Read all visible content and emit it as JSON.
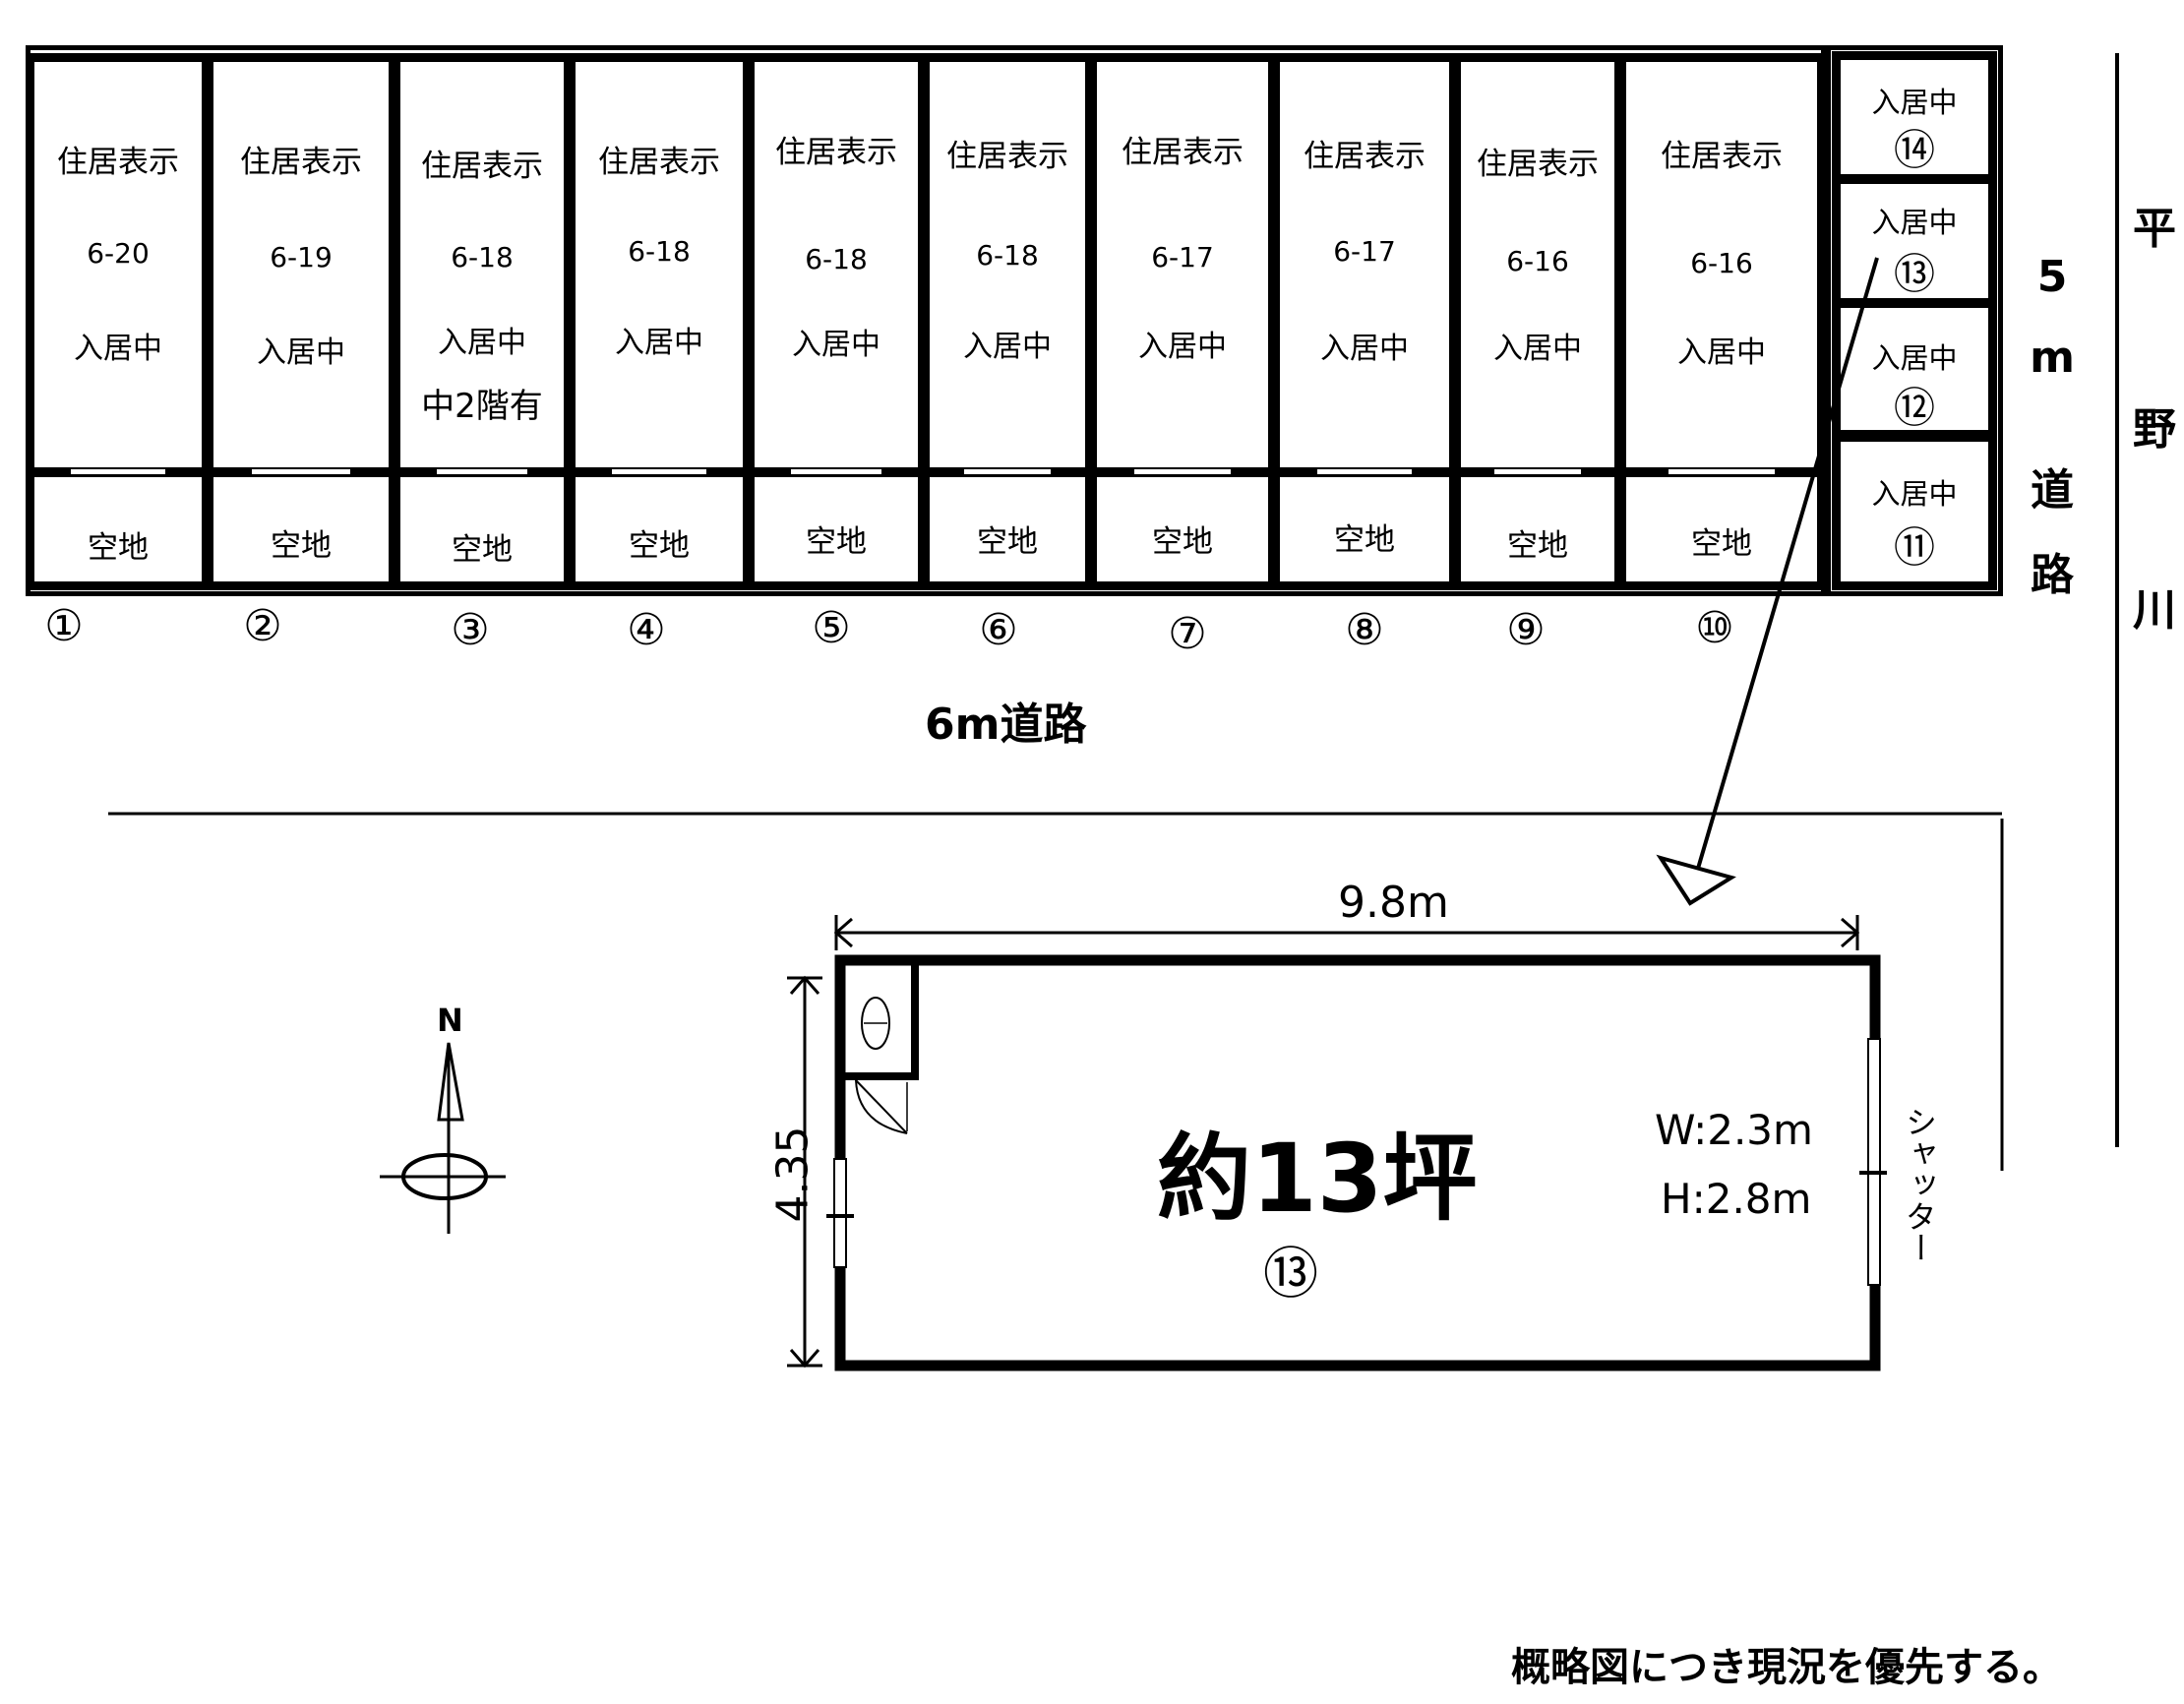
{
  "lots": [
    {
      "label": "住居表示",
      "address": "6-20",
      "status": "入居中",
      "vacant": "空地",
      "number": "①"
    },
    {
      "label": "住居表示",
      "address": "6-19",
      "status": "入居中",
      "vacant": "空地",
      "number": "②"
    },
    {
      "label": "住居表示",
      "address": "6-18",
      "status": "入居中",
      "extra": "中2階有",
      "vacant": "空地",
      "number": "③"
    },
    {
      "label": "住居表示",
      "address": "6-18",
      "status": "入居中",
      "vacant": "空地",
      "number": "④"
    },
    {
      "label": "住居表示",
      "address": "6-18",
      "status": "入居中",
      "vacant": "空地",
      "number": "⑤"
    },
    {
      "label": "住居表示",
      "address": "6-18",
      "status": "入居中",
      "vacant": "空地",
      "number": "⑥"
    },
    {
      "label": "住居表示",
      "address": "6-17",
      "status": "入居中",
      "vacant": "空地",
      "number": "⑦"
    },
    {
      "label": "住居表示",
      "address": "6-17",
      "status": "入居中",
      "vacant": "空地",
      "number": "⑧"
    },
    {
      "label": "住居表示",
      "address": "6-16",
      "status": "入居中",
      "vacant": "空地",
      "number": "⑨"
    },
    {
      "label": "住居表示",
      "address": "6-16",
      "status": "入居中",
      "vacant": "空地",
      "number": "⑩"
    }
  ],
  "side_units": [
    {
      "status": "入居中",
      "number": "⑭"
    },
    {
      "status": "入居中",
      "number": "⑬"
    },
    {
      "status": "入居中",
      "number": "⑫"
    },
    {
      "status": "入居中",
      "number": "⑪"
    }
  ],
  "roads": {
    "south": "6m道路",
    "east": [
      "5",
      "m",
      "道",
      "路"
    ]
  },
  "river": [
    "平",
    "野",
    "川"
  ],
  "floor_plan": {
    "width_dim": "9.8m",
    "depth_dim": "4.35",
    "area": "約13坪",
    "unit_number": "⑬",
    "shutter_width": "W:2.3m",
    "shutter_height": "H:2.8m",
    "shutter_label": "シャッター"
  },
  "compass": {
    "north": "N"
  },
  "note": "概略図につき現況を優先する。"
}
